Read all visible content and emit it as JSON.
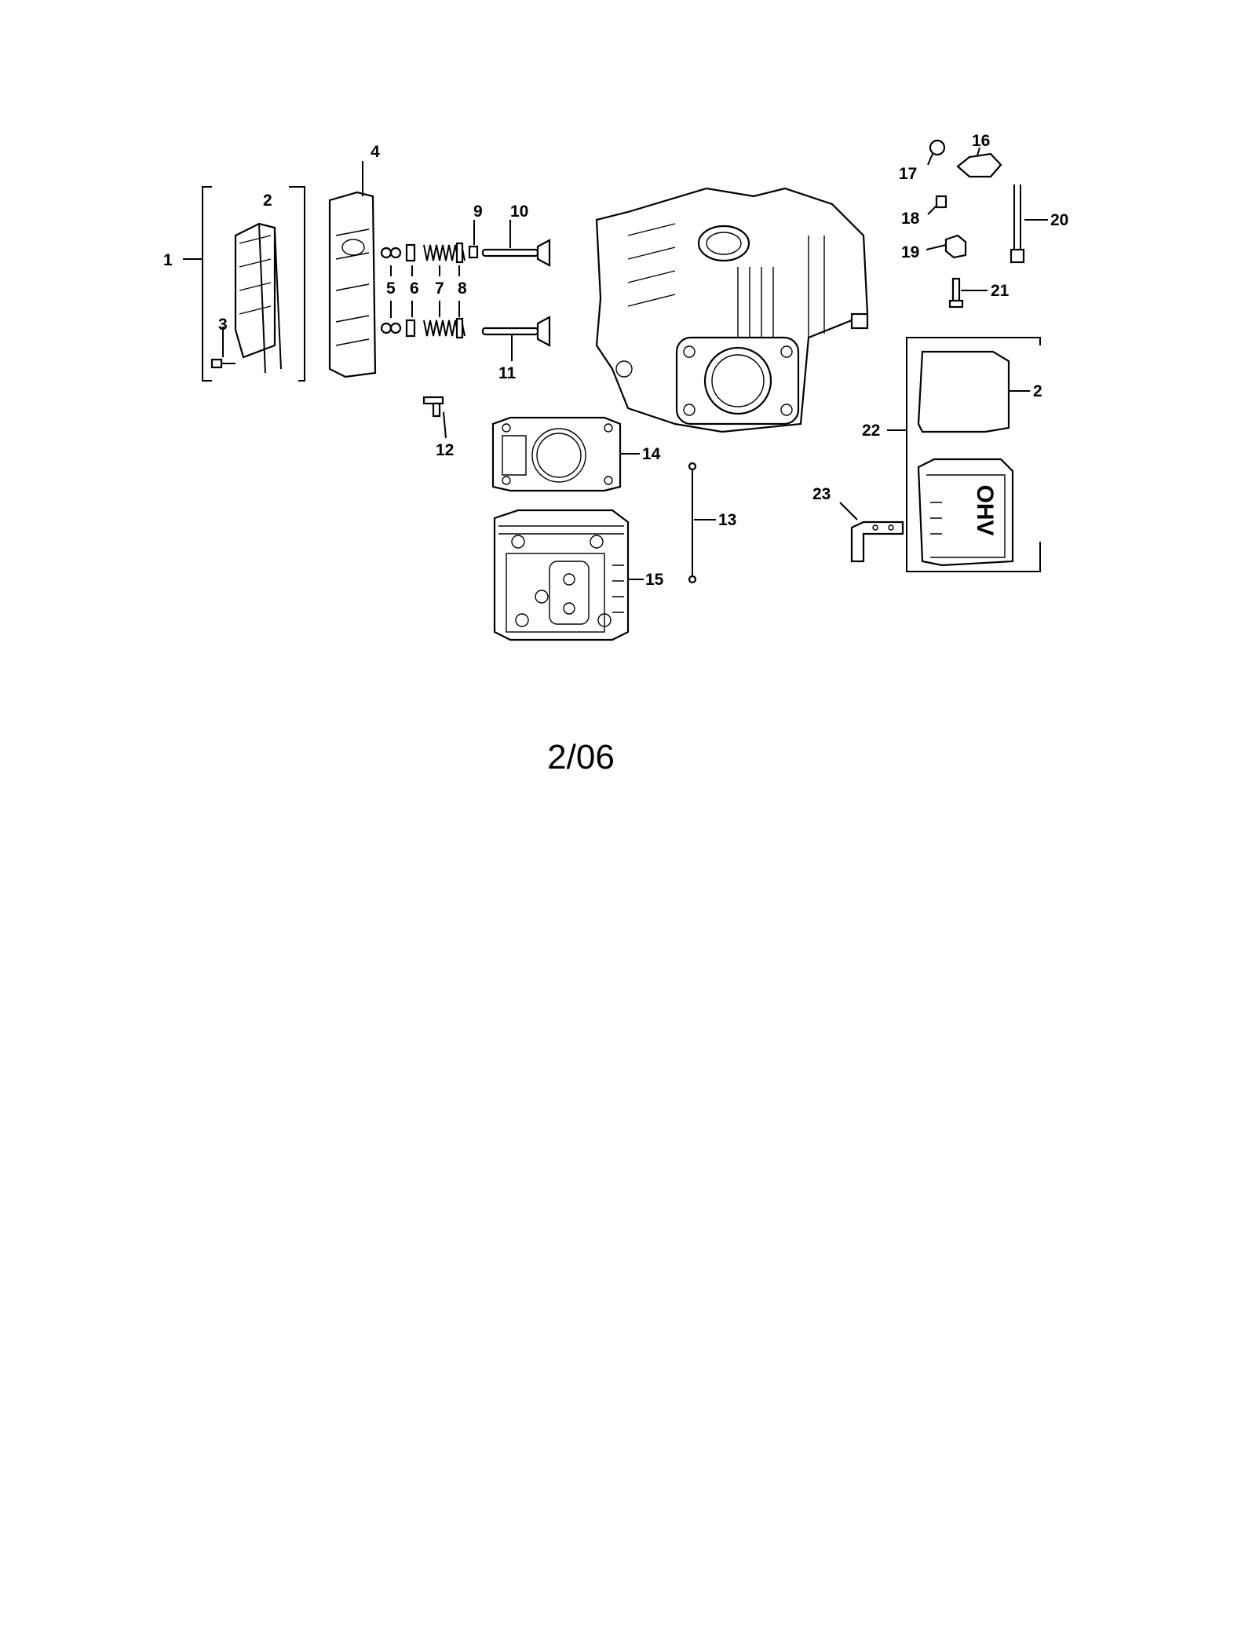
{
  "diagram": {
    "date_code": "2/06",
    "callouts": [
      {
        "id": "c1",
        "label": "1"
      },
      {
        "id": "c2a",
        "label": "2"
      },
      {
        "id": "c3",
        "label": "3"
      },
      {
        "id": "c4",
        "label": "4"
      },
      {
        "id": "c5",
        "label": "5"
      },
      {
        "id": "c6",
        "label": "6"
      },
      {
        "id": "c7",
        "label": "7"
      },
      {
        "id": "c8",
        "label": "8"
      },
      {
        "id": "c9",
        "label": "9"
      },
      {
        "id": "c10",
        "label": "10"
      },
      {
        "id": "c11",
        "label": "11"
      },
      {
        "id": "c12",
        "label": "12"
      },
      {
        "id": "c13",
        "label": "13"
      },
      {
        "id": "c14",
        "label": "14"
      },
      {
        "id": "c15",
        "label": "15"
      },
      {
        "id": "c16",
        "label": "16"
      },
      {
        "id": "c17",
        "label": "17"
      },
      {
        "id": "c18",
        "label": "18"
      },
      {
        "id": "c19",
        "label": "19"
      },
      {
        "id": "c20",
        "label": "20"
      },
      {
        "id": "c21",
        "label": "21"
      },
      {
        "id": "c2b",
        "label": "2"
      },
      {
        "id": "c22",
        "label": "22"
      },
      {
        "id": "c23",
        "label": "23"
      }
    ],
    "cover_emboss": "OHV"
  }
}
